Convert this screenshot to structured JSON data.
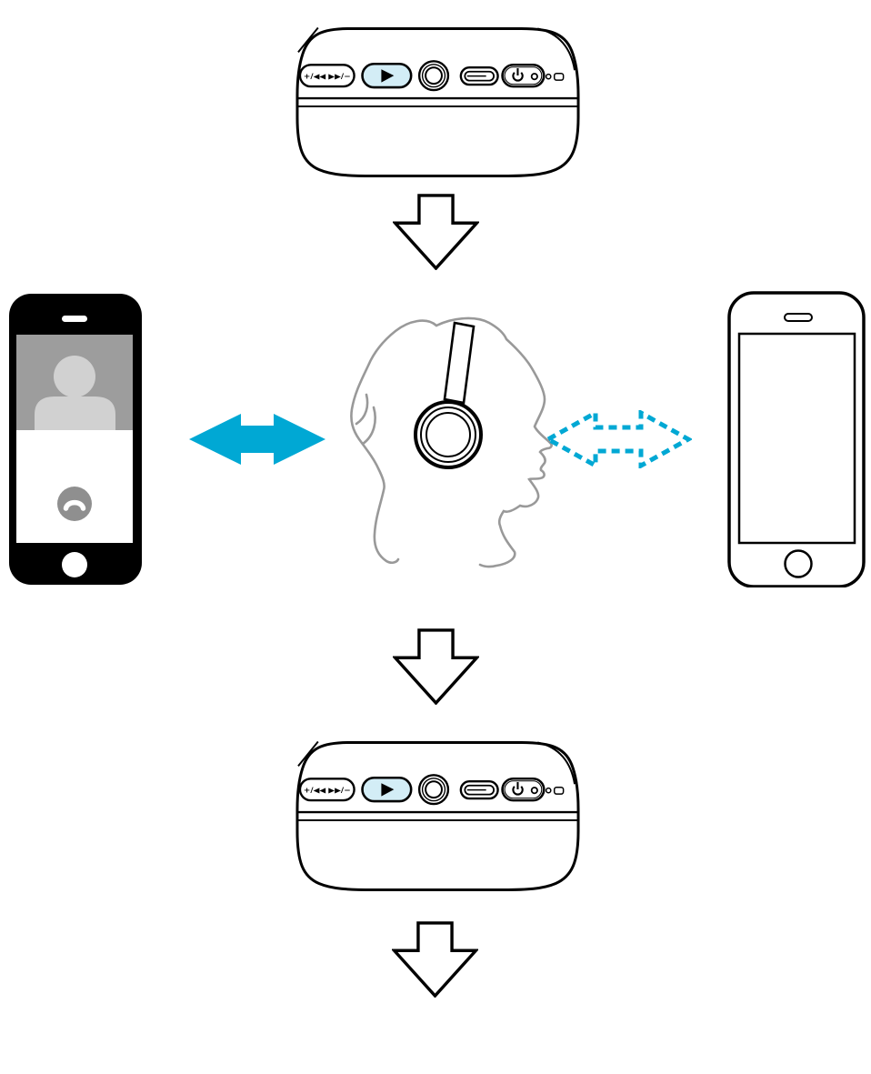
{
  "palette": {
    "accent_cyan": "#00A8D4",
    "button_highlight": "#D3EDF6",
    "line_black": "#000000",
    "figure_gray": "#999999",
    "screen_gray": "#9D9D9D",
    "avatar_gray": "#D1D1D1",
    "call_button_gray": "#8F8F8F"
  },
  "headphone_panel": {
    "track_button_label": "+/◀◀ ▶▶/−",
    "controls": [
      "volume-track-button",
      "play-button",
      "headphone-jack-port",
      "usb-c-port",
      "power-button",
      "indicator-leds"
    ]
  },
  "scene": {
    "center_figure": "person-wearing-headphones",
    "left_phone_icons": [
      "caller-avatar",
      "call-handset-button",
      "home-button"
    ],
    "right_phone_icons": [
      "earpiece",
      "home-button"
    ],
    "left_connection": "solid-double-arrow",
    "right_connection": "dashed-double-arrow",
    "flow_arrows": [
      "down-arrow",
      "down-arrow",
      "down-arrow"
    ]
  }
}
